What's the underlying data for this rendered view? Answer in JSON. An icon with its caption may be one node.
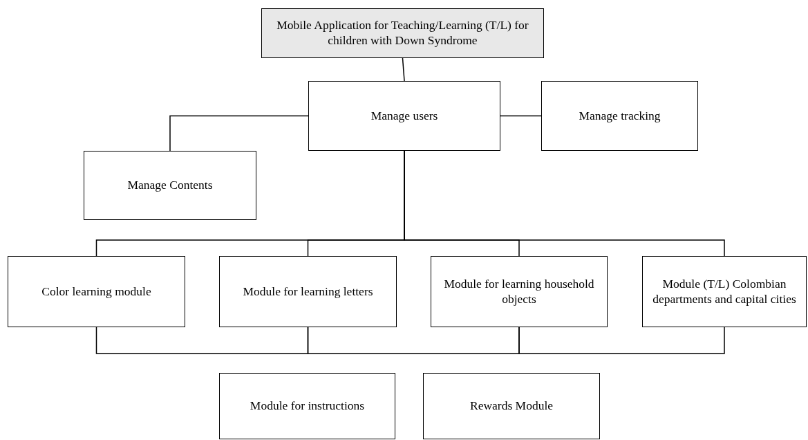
{
  "diagram": {
    "nodes": [
      {
        "text": [
          "Mobile Application for Teaching/Learning (T/L) for children with Down Syndrome"
        ]
      },
      {
        "text": [
          "Manage users"
        ]
      },
      {
        "text": [
          "Manage Contents"
        ]
      },
      {
        "text": [
          "Manage tracking"
        ]
      },
      {
        "text": [
          "Color learning module"
        ]
      },
      {
        "text": [
          "Module for learning letters"
        ]
      },
      {
        "text": [
          "Module for learning household objects"
        ]
      },
      {
        "text": [
          "Module (T/L) Colombian departments and capital cities"
        ]
      },
      {
        "text": [
          "Module for instructions"
        ]
      },
      {
        "text": [
          "Rewards Module"
        ]
      }
    ],
    "edges": [
      {
        "from": 0,
        "to": 1,
        "arrow": "none"
      },
      {
        "from": 1,
        "to": 2,
        "arrow": "none"
      },
      {
        "from": 1,
        "to": 3,
        "arrow": "none"
      },
      {
        "from": 1,
        "to": 4,
        "arrow": "none"
      },
      {
        "from": 1,
        "to": 5,
        "arrow": "none"
      },
      {
        "from": 1,
        "to": 6,
        "arrow": "none"
      },
      {
        "from": 1,
        "to": 7,
        "arrow": "none"
      },
      {
        "from": 4,
        "to": 5,
        "arrow": "none"
      },
      {
        "from": 5,
        "to": 6,
        "arrow": "none"
      },
      {
        "from": 6,
        "to": 7,
        "arrow": "none"
      }
    ]
  }
}
